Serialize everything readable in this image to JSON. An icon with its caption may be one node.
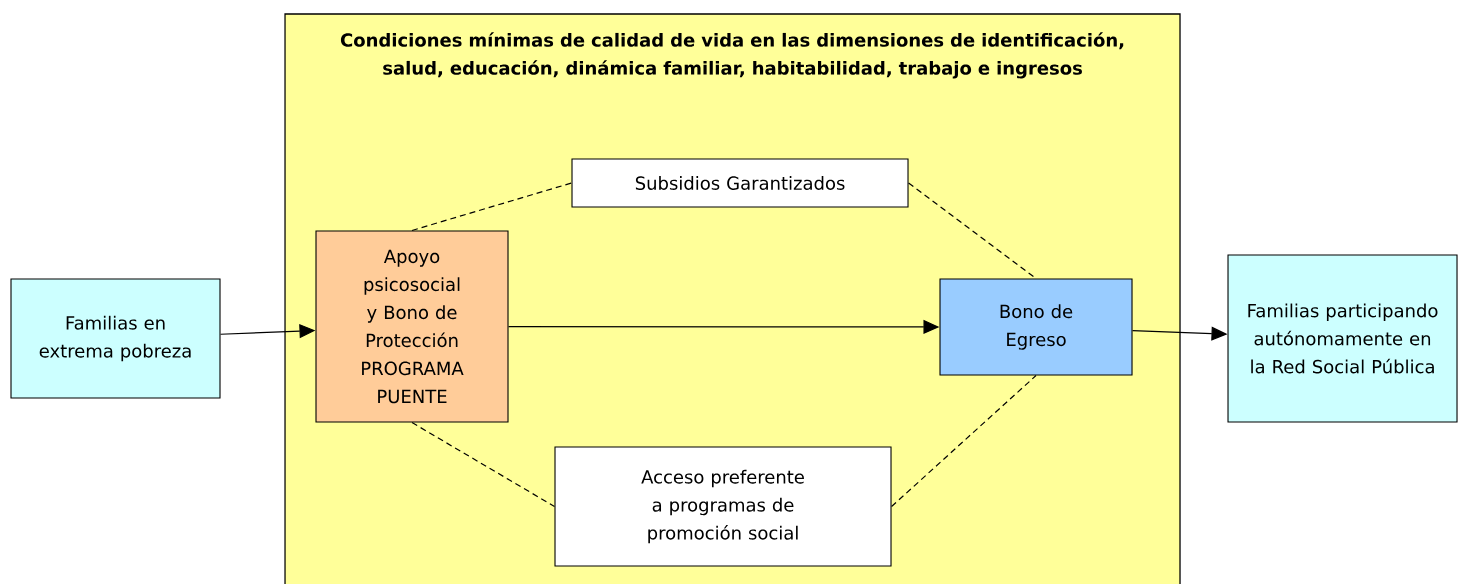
{
  "diagram": {
    "nodes": [
      {
        "text": [
          "Familias en extrema pobreza"
        ]
      },
      {
        "text": [
          "Condiciones mínimas de calidad de vida en las dimensiones de identificación, salud, educación, dinámica familiar, habitabilidad, trabajo e ingresos"
        ]
      },
      {
        "text": [
          "Subsidios Garantizados"
        ],
        "in": 1
      },
      {
        "text": [
          "Apoyo psicosocial y Bono de Protección PROGRAMA PUENTE"
        ],
        "in": 1
      },
      {
        "text": [
          "Bono de Egreso"
        ],
        "in": 1
      },
      {
        "text": [
          "Acceso preferente a programas de promoción social"
        ],
        "in": 1
      },
      {
        "text": [
          "Familias participando autónomamente en la Red Social Pública"
        ]
      }
    ],
    "edges": [
      {
        "from": 0,
        "to": 3,
        "arrow": "to"
      },
      {
        "from": 3,
        "to": 4,
        "arrow": "to"
      },
      {
        "from": 4,
        "to": 6,
        "arrow": "to"
      },
      {
        "from": 3,
        "to": 2,
        "arrow": "none",
        "style": "dashed"
      },
      {
        "from": 2,
        "to": 4,
        "arrow": "none",
        "style": "dashed"
      },
      {
        "from": 3,
        "to": 5,
        "arrow": "none",
        "style": "dashed"
      },
      {
        "from": 5,
        "to": 4,
        "arrow": "none",
        "style": "dashed"
      }
    ]
  }
}
